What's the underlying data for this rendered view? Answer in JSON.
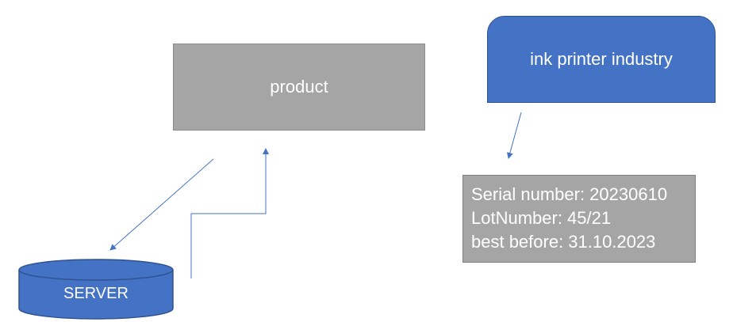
{
  "nodes": {
    "product": "product",
    "industry": "ink printer industry",
    "server": "SERVER",
    "info": {
      "serial": "Serial number: 20230610",
      "lot": "LotNumber: 45/21",
      "best_before": "best before: 31.10.2023"
    }
  },
  "colors": {
    "blue_fill": "#4472c4",
    "blue_border": "#2f528f",
    "gray_fill": "#a5a5a5",
    "connector": "#4472c4"
  }
}
